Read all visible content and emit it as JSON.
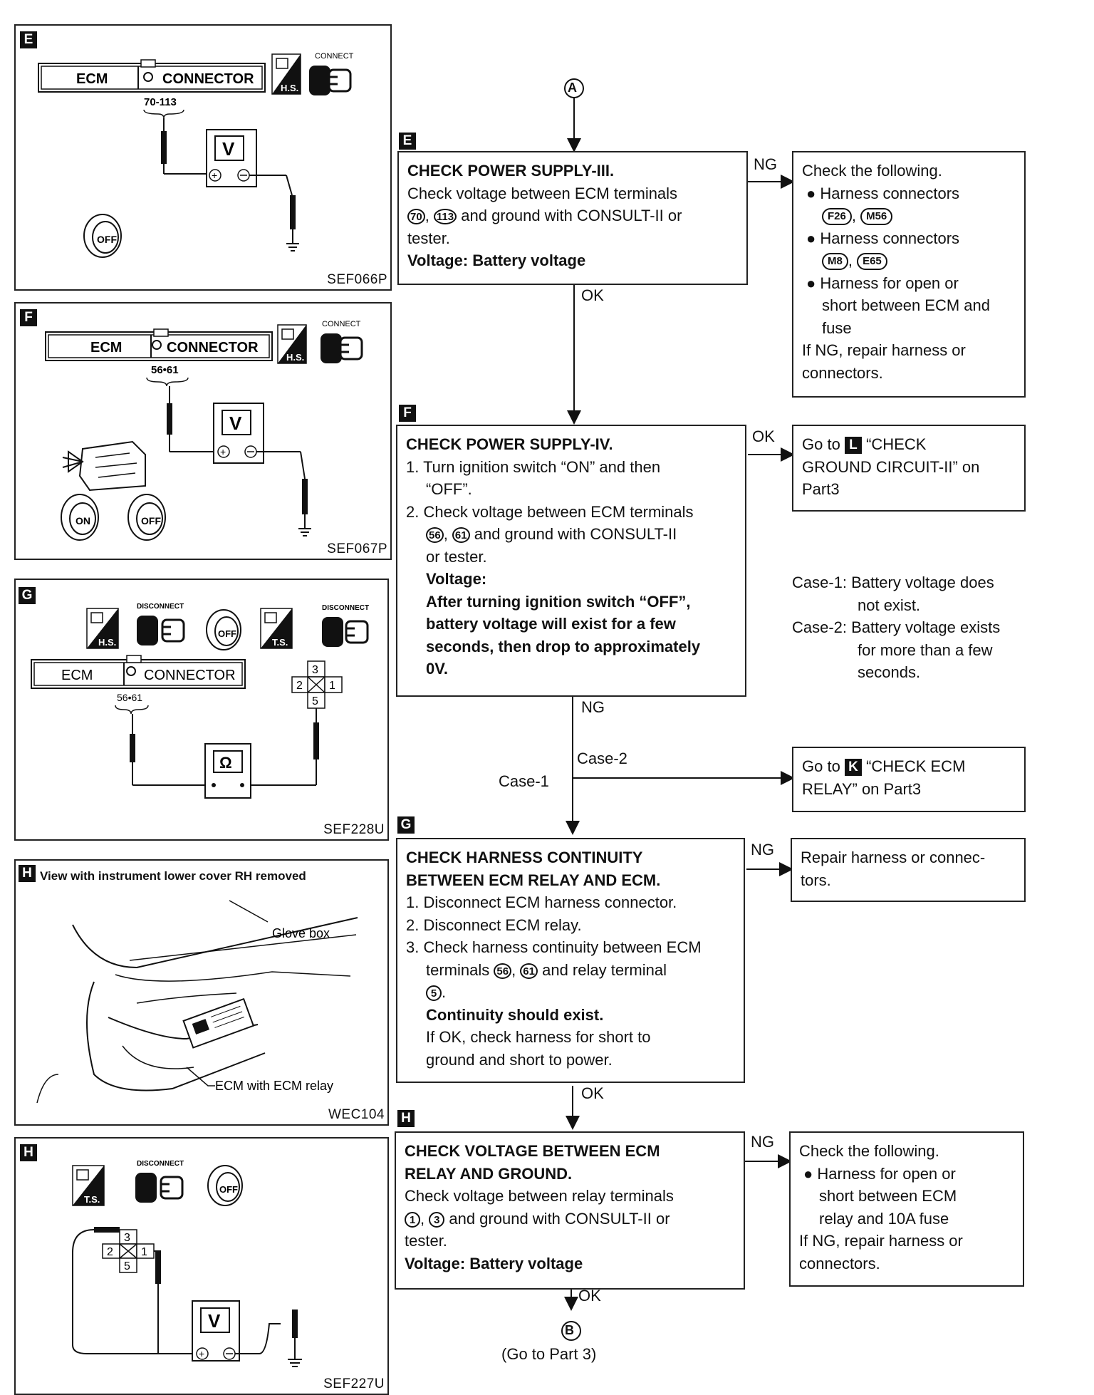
{
  "panels": [
    {
      "letter": "E",
      "ref": "SEF066P",
      "connector_ecm": "ECM",
      "connector_label": "CONNECTOR",
      "terminals": "70-113",
      "tag": "H.S.",
      "action": "CONNECT",
      "key": "OFF",
      "meter": "V"
    },
    {
      "letter": "F",
      "ref": "SEF067P",
      "connector_ecm": "ECM",
      "connector_label": "CONNECTOR",
      "terminals": "56•61",
      "tag": "H.S.",
      "action": "CONNECT",
      "key_on": "ON",
      "key_off": "OFF",
      "meter": "V"
    },
    {
      "letter": "G",
      "ref": "SEF228U",
      "connector_ecm": "ECM",
      "connector_label": "CONNECTOR",
      "terminals": "56•61",
      "tag1": "H.S.",
      "tag2": "T.S.",
      "action1": "DISCONNECT",
      "action2": "DISCONNECT",
      "key": "OFF",
      "relay_pins": [
        "3",
        "2",
        "1",
        "5"
      ],
      "meter": "Ω"
    },
    {
      "letter": "H",
      "ref": "WEC104",
      "caption": "View with instrument lower cover RH removed",
      "label1": "Glove box",
      "label2": "ECM with ECM relay"
    },
    {
      "letter": "H",
      "ref": "SEF227U",
      "tag": "T.S.",
      "action": "DISCONNECT",
      "key": "OFF",
      "relay_pins": [
        "3",
        "2",
        "1",
        "5"
      ],
      "meter": "V"
    }
  ],
  "flow": {
    "start_node": "A",
    "end_node": "B",
    "end_note": "(Go to Part 3)",
    "step_E": {
      "letter": "E",
      "title": "CHECK POWER SUPPLY-III.",
      "line1": "Check voltage between ECM terminals",
      "t1": "70",
      "t2": "113",
      "line2": "and ground with CONSULT-II or",
      "line3": "tester.",
      "result": "Voltage: Battery voltage"
    },
    "step_E_ng": {
      "label": "NG",
      "head": "Check the following.",
      "b1": "Harness connectors",
      "c1": "F26",
      "c2": "M56",
      "b2": "Harness connectors",
      "c3": "M8",
      "c4": "E65",
      "b3a": "Harness for open or",
      "b3b": "short between ECM and",
      "b3c": "fuse",
      "foot1": "If NG, repair harness or",
      "foot2": "connectors."
    },
    "ok1": "OK",
    "step_F": {
      "letter": "F",
      "title": "CHECK POWER SUPPLY-IV.",
      "s1a": "1. Turn ignition switch “ON” and then",
      "s1b": "“OFF”.",
      "s2a": "2. Check voltage between ECM terminals",
      "t1": "56",
      "t2": "61",
      "s2b": "and ground with CONSULT-II",
      "s2c": "or tester.",
      "v_head": "Voltage:",
      "v1": "After turning ignition switch “OFF”,",
      "v2": "battery voltage will exist for a few",
      "v3": "seconds, then drop to approximately",
      "v4": "0V."
    },
    "step_F_ok": {
      "label": "OK",
      "line1a": "Go to",
      "letter": "L",
      "line1b": "“CHECK",
      "line2": "GROUND CIRCUIT-II” on",
      "line3": "Part3"
    },
    "cases": {
      "c1a": "Case-1: Battery voltage does",
      "c1b": "not exist.",
      "c2a": "Case-2: Battery voltage exists",
      "c2b": "for more than a few",
      "c2c": "seconds."
    },
    "ng_F": "NG",
    "case2_label": "Case-2",
    "case1_label": "Case-1",
    "step_F_case2": {
      "line1a": "Go to",
      "letter": "K",
      "line1b": "“CHECK ECM",
      "line2": "RELAY” on Part3"
    },
    "step_G": {
      "letter": "G",
      "title1": "CHECK HARNESS CONTINUITY",
      "title2": "BETWEEN ECM RELAY AND ECM.",
      "s1": "1. Disconnect ECM harness connector.",
      "s2": "2. Disconnect ECM relay.",
      "s3a": "3. Check harness continuity between ECM",
      "s3b": "terminals",
      "t1": "56",
      "t2": "61",
      "s3c": "and relay terminal",
      "t3": "5",
      "result": "Continuity should exist.",
      "n1": "If OK, check harness for short to",
      "n2": "ground and short to power."
    },
    "step_G_ng": {
      "label": "NG",
      "line1": "Repair harness or connec-",
      "line2": "tors."
    },
    "ok_G": "OK",
    "step_H": {
      "letter": "H",
      "title1": "CHECK VOLTAGE BETWEEN ECM",
      "title2": "RELAY AND GROUND.",
      "line1": "Check voltage between relay terminals",
      "t1": "1",
      "t2": "3",
      "line2": "and ground with CONSULT-II or",
      "line3": "tester.",
      "result": "Voltage: Battery voltage"
    },
    "step_H_ng": {
      "label": "NG",
      "head": "Check the following.",
      "b1a": "Harness for open or",
      "b1b": "short between ECM",
      "b1c": "relay and 10A fuse",
      "foot1": "If NG, repair harness or",
      "foot2": "connectors."
    },
    "ok_H": "OK"
  }
}
